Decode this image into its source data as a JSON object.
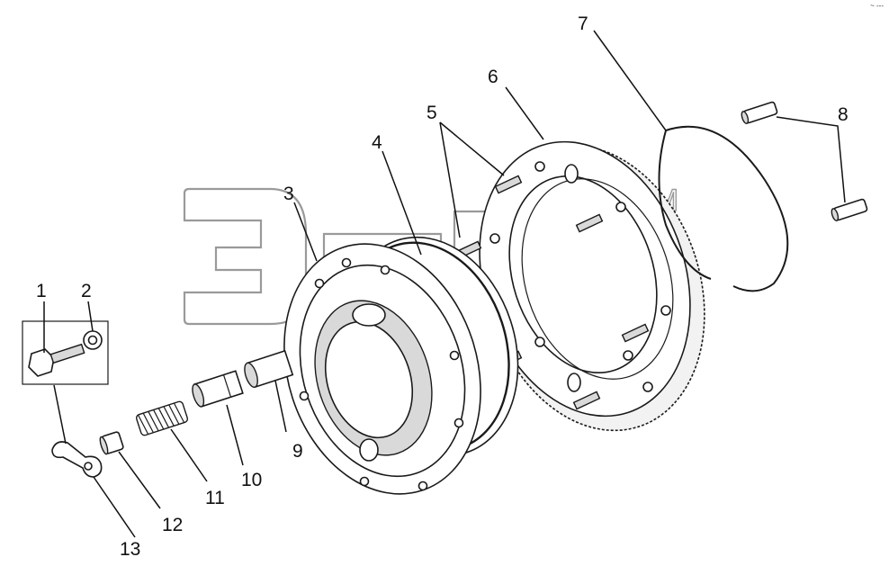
{
  "callouts": [
    {
      "id": "1",
      "label": "1"
    },
    {
      "id": "2",
      "label": "2"
    },
    {
      "id": "3",
      "label": "3"
    },
    {
      "id": "4",
      "label": "4"
    },
    {
      "id": "5",
      "label": "5"
    },
    {
      "id": "6",
      "label": "6"
    },
    {
      "id": "7",
      "label": "7"
    },
    {
      "id": "8",
      "label": "8"
    },
    {
      "id": "9",
      "label": "9"
    },
    {
      "id": "10",
      "label": "10"
    },
    {
      "id": "11",
      "label": "11"
    },
    {
      "id": "12",
      "label": "12"
    },
    {
      "id": "13",
      "label": "13"
    }
  ],
  "watermark": {
    "trademark": "TM"
  },
  "corner_mark": "~ ---"
}
